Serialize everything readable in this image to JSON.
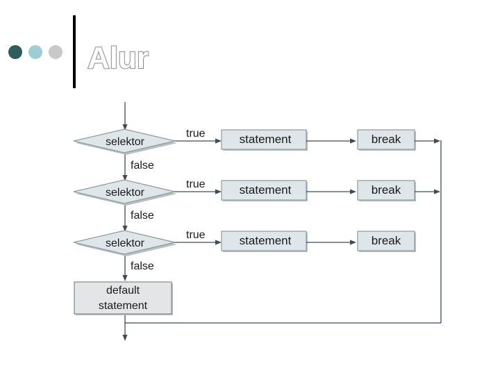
{
  "slide": {
    "title": "Alur"
  },
  "diagram": {
    "selector_label": "selektor",
    "true_label": "true",
    "false_label": "false",
    "statement_label": "statement",
    "break_label": "break",
    "default_line1": "default",
    "default_line2": "statement"
  },
  "colors": {
    "shape_fill": "#dfe6e9",
    "connector": "#3b4d55",
    "dot_dark": "#2f5d5d",
    "dot_light": "#9fcdd3",
    "dot_gray": "#c9c9c9"
  }
}
